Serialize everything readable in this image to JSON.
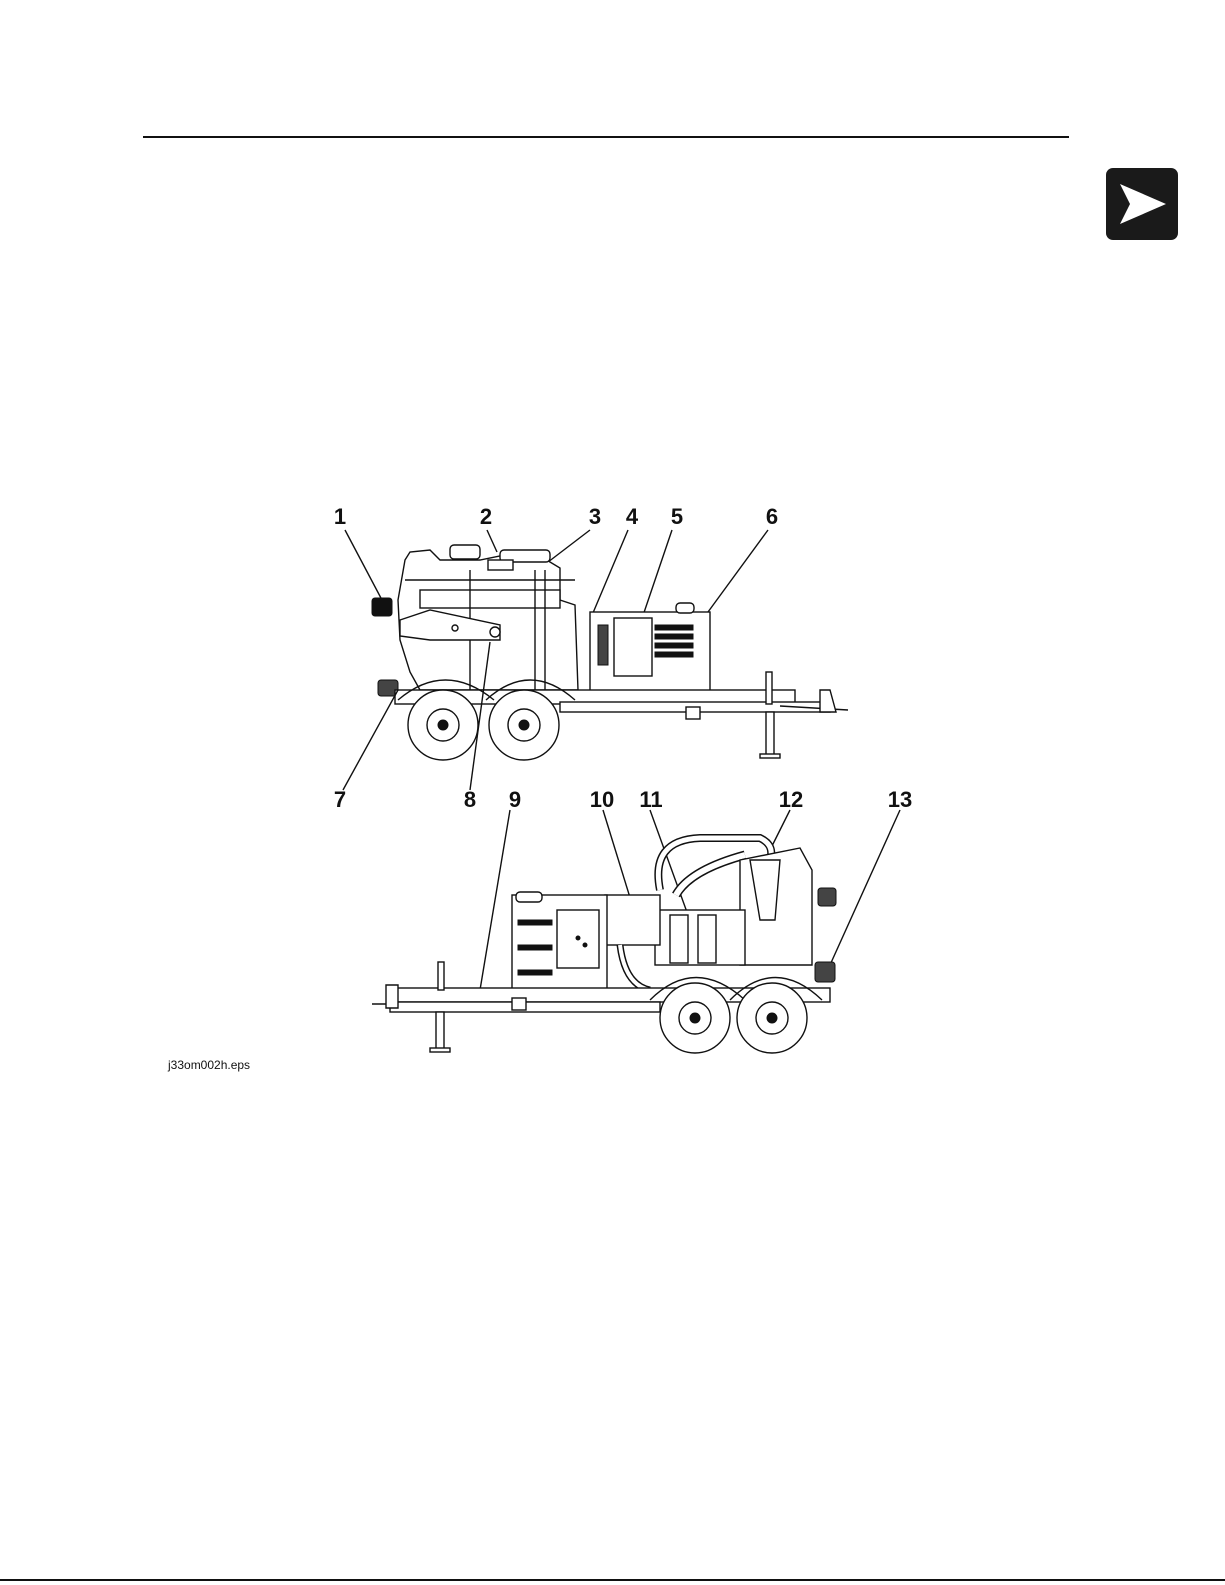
{
  "figure": {
    "top_callouts": [
      "1",
      "2",
      "3",
      "4",
      "5",
      "6"
    ],
    "middle_callouts": [
      "7",
      "8",
      "9",
      "10",
      "11",
      "12",
      "13"
    ],
    "file_label": "j33om002h.eps"
  },
  "tab": {
    "icon": "play-arrow-icon"
  }
}
